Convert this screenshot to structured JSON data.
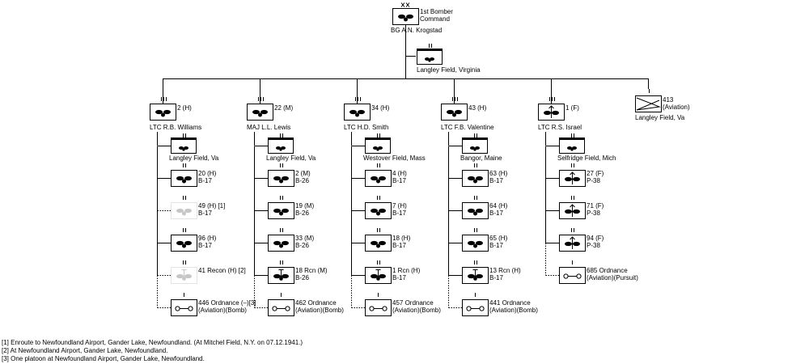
{
  "colors": {
    "line": "#000000",
    "faded": "#9a9a9a",
    "background": "#ffffff"
  },
  "top": {
    "echelon": "XX",
    "name": "1st Bomber Command",
    "name_line1": "1st Bomber",
    "name_line2": "Command",
    "commander": "BG  A.N. Krogstad",
    "hq_echelon": "II",
    "hq_location": "Langley Field, Virginia"
  },
  "groups": [
    {
      "echelon": "III",
      "designation": "2 (H)",
      "commander": "LTC  R.B. Williams",
      "hq_location": "Langley Field, Va",
      "icon": "bomber-icon",
      "squadrons": [
        {
          "label": "20 (H)",
          "aircraft": "B-17",
          "icon": "bomber-icon",
          "attached": false
        },
        {
          "label": "49 (H) [1]",
          "aircraft": "B-17",
          "icon": "bomber-icon",
          "attached": false,
          "detached": true
        },
        {
          "label": "96 (H)",
          "aircraft": "B-17",
          "icon": "bomber-icon",
          "attached": false
        },
        {
          "label": "41 Recon (H) [2]",
          "aircraft": "",
          "icon": "recon-icon",
          "attached": false,
          "detached": true
        },
        {
          "label": "446 Ordnance (–)[3]",
          "aircraft": "(Aviation)(Bomb)",
          "icon": "ordnance-icon",
          "attached": true
        }
      ]
    },
    {
      "echelon": "III",
      "designation": "22 (M)",
      "commander": "MAJ  L.L. Lewis",
      "hq_location": "Langley Field, Va",
      "icon": "bomber-icon",
      "squadrons": [
        {
          "label": "2 (M)",
          "aircraft": "B-26",
          "icon": "bomber-icon",
          "attached": false
        },
        {
          "label": "19 (M)",
          "aircraft": "B-26",
          "icon": "bomber-icon",
          "attached": false
        },
        {
          "label": "33 (M)",
          "aircraft": "B-26",
          "icon": "bomber-icon",
          "attached": false
        },
        {
          "label": "18 Rcn (M)",
          "aircraft": "B-26",
          "icon": "recon-icon",
          "attached": false
        },
        {
          "label": "462 Ordnance",
          "aircraft": "(Aviation)(Bomb)",
          "icon": "ordnance-icon",
          "attached": true
        }
      ]
    },
    {
      "echelon": "III",
      "designation": "34 (H)",
      "commander": "LTC  H.D. Smith",
      "hq_location": "Westover Field, Mass",
      "icon": "bomber-icon",
      "squadrons": [
        {
          "label": "4 (H)",
          "aircraft": "B-17",
          "icon": "bomber-icon",
          "attached": false
        },
        {
          "label": "7 (H)",
          "aircraft": "B-17",
          "icon": "bomber-icon",
          "attached": false
        },
        {
          "label": "18 (H)",
          "aircraft": "B-17",
          "icon": "bomber-icon",
          "attached": false
        },
        {
          "label": "1 Rcn (H)",
          "aircraft": "B-17",
          "icon": "recon-icon",
          "attached": false
        },
        {
          "label": "457 Ordnance",
          "aircraft": "(Aviation)(Bomb)",
          "icon": "ordnance-icon",
          "attached": true
        }
      ]
    },
    {
      "echelon": "III",
      "designation": "43 (H)",
      "commander": "LTC  F.B. Valentine",
      "hq_location": "Bangor, Maine",
      "icon": "bomber-icon",
      "squadrons": [
        {
          "label": "63 (H)",
          "aircraft": "B-17",
          "icon": "bomber-icon",
          "attached": false
        },
        {
          "label": "64 (H)",
          "aircraft": "B-17",
          "icon": "bomber-icon",
          "attached": false
        },
        {
          "label": "65 (H)",
          "aircraft": "B-17",
          "icon": "bomber-icon",
          "attached": false
        },
        {
          "label": "13 Rcn (H)",
          "aircraft": "B-17",
          "icon": "recon-icon",
          "attached": false
        },
        {
          "label": "441 Ordnance",
          "aircraft": "(Aviation)(Bomb)",
          "icon": "ordnance-icon",
          "attached": true
        }
      ]
    },
    {
      "echelon": "III",
      "designation": "1 (F)",
      "commander": "LTC  R.S. Israel",
      "hq_location": "Selfridge Field, Mich",
      "icon": "fighter-icon",
      "squadrons": [
        {
          "label": "27 (F)",
          "aircraft": "P-38",
          "icon": "fighter-icon",
          "attached": false
        },
        {
          "label": "71 (F)",
          "aircraft": "P-38",
          "icon": "fighter-icon",
          "attached": false
        },
        {
          "label": "94 (F)",
          "aircraft": "P-38",
          "icon": "fighter-icon",
          "attached": false
        },
        {
          "label": "685 Ordnance",
          "aircraft": "(Aviation)(Pursuit)",
          "icon": "ordnance-icon",
          "attached": true
        }
      ]
    }
  ],
  "signal": {
    "echelon": "I",
    "label": "413",
    "sub": "(Aviation)",
    "location": "Langley Field, Va",
    "icon": "signal-icon"
  },
  "notes": [
    "[1] Enroute to Newfoundland Airport, Gander Lake, Newfoundland. (At Mitchel Field, N.Y. on 07.12.1941.)",
    "[2] At Newfoundland Airport, Gander Lake, Newfoundland.",
    "[3] One platoon at Newfoundland Airport, Gander Lake, Newfoundland."
  ]
}
